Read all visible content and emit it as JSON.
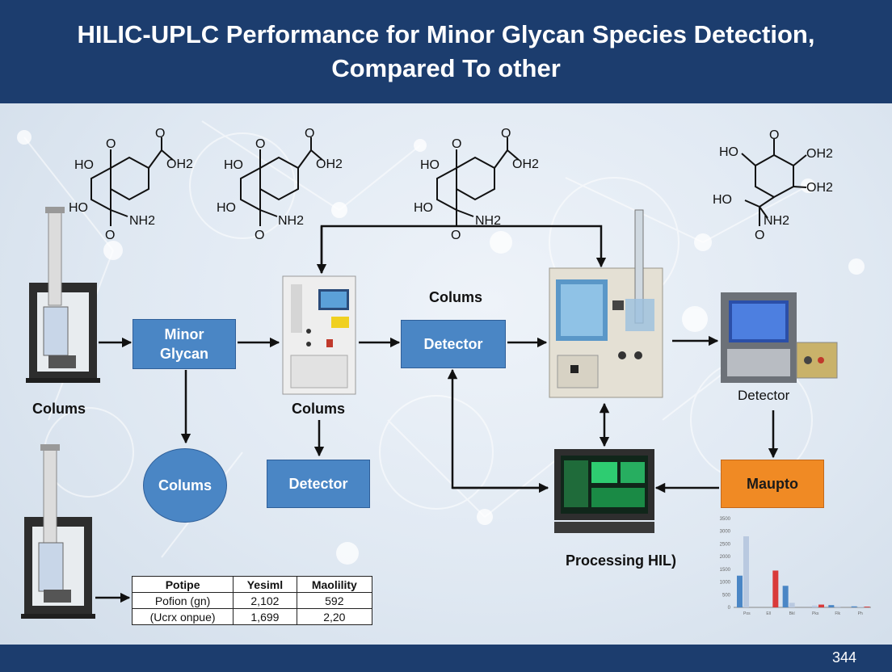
{
  "slide": {
    "title": "HILIC-UPLC Performance for Minor Glycan Species Detection,\nCompared To other",
    "page_number": "344"
  },
  "labels": {
    "colums_left": "Colums",
    "colums_mid": "Colums",
    "colums_top": "Colums",
    "detector_right": "Detector",
    "processing": "Processing HIL)"
  },
  "boxes": {
    "minor_glycan": "Minor\nGlycan",
    "detector_top": "Detector",
    "colums_circle": "Colums",
    "detector_bottom": "Detector",
    "maupto": "Maupto"
  },
  "molecules": {
    "m1": {
      "ho_top": "HO",
      "oh2": "OH2",
      "ho_bottom": "HO",
      "nh2": "NH2",
      "o_top": "O",
      "o_acid": "O",
      "o_bottom": "O"
    },
    "m2": {
      "ho_top": "HO",
      "oh2": "OH2",
      "ho_bottom": "HO",
      "nh2": "NH2",
      "o_top": "O",
      "o_acid": "O",
      "o_bottom": "O"
    },
    "m3": {
      "ho_top": "HO",
      "oh2": "OH2",
      "ho_bottom": "HO",
      "nh2": "NH2",
      "o_top": "O",
      "o_acid": "O",
      "o_bottom": "O"
    },
    "m4": {
      "ho_top": "HO",
      "oh2_a": "OH2",
      "oh2_b": "OH2",
      "ho_bottom": "HO",
      "nh2": "NH2",
      "o_top": "O",
      "o_bottom": "O"
    }
  },
  "table": {
    "headers": [
      "Potipe",
      "Yesiml",
      "Maolility"
    ],
    "rows": [
      [
        "Pofion (gn)",
        "2,102",
        "592"
      ],
      [
        "(Ucrx onpue)",
        "1,699",
        "2,20"
      ]
    ]
  },
  "colors": {
    "header_bg": "#1c3d6e",
    "box_blue": "#4a86c5",
    "box_orange": "#f08a24",
    "bar_blue": "#4a86c5",
    "bar_light": "#b9c9e0",
    "bar_red": "#d93a3a"
  },
  "chart_data": {
    "type": "bar",
    "ylim": [
      0,
      3500
    ],
    "yticks": [
      "3500",
      "3000",
      "2500",
      "2000",
      "1500",
      "1000",
      "500",
      "0"
    ],
    "categories": [
      "Pos",
      "Ell",
      "Bkl",
      "Pks",
      "Flk",
      "Ph"
    ],
    "series": [
      {
        "values": [
          1250,
          0,
          850,
          0,
          90,
          40
        ],
        "color": "#4a86c5"
      },
      {
        "values": [
          2800,
          0,
          180,
          70,
          40,
          25
        ],
        "color": "#b9c9e0"
      },
      {
        "values": [
          0,
          1450,
          0,
          110,
          0,
          30
        ],
        "color": "#d93a3a"
      }
    ]
  }
}
